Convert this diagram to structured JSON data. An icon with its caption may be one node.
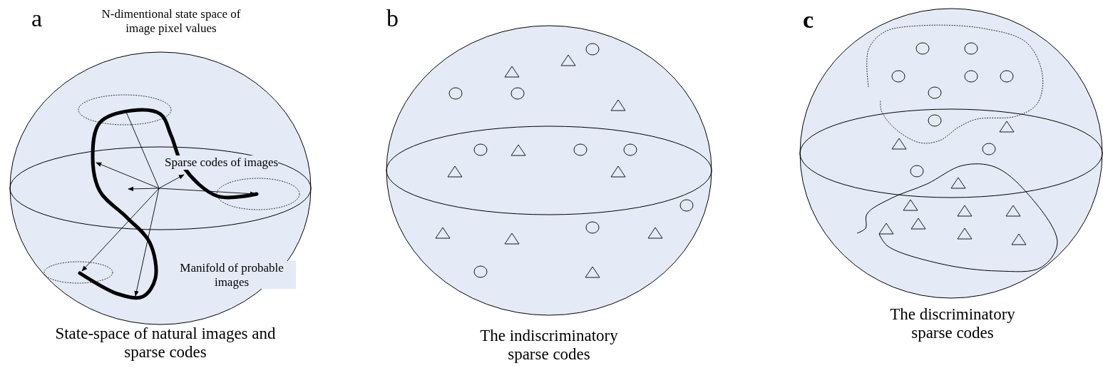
{
  "diagram": {
    "labels": [
      "a",
      "N-dimentional state space of image pixel values",
      "Sparse codes of images",
      "Manifold of probable images",
      "State-space of natural images and sparse codes",
      "b",
      "The indiscriminatory sparse codes",
      "c",
      "The discriminatory sparse codes"
    ]
  }
}
